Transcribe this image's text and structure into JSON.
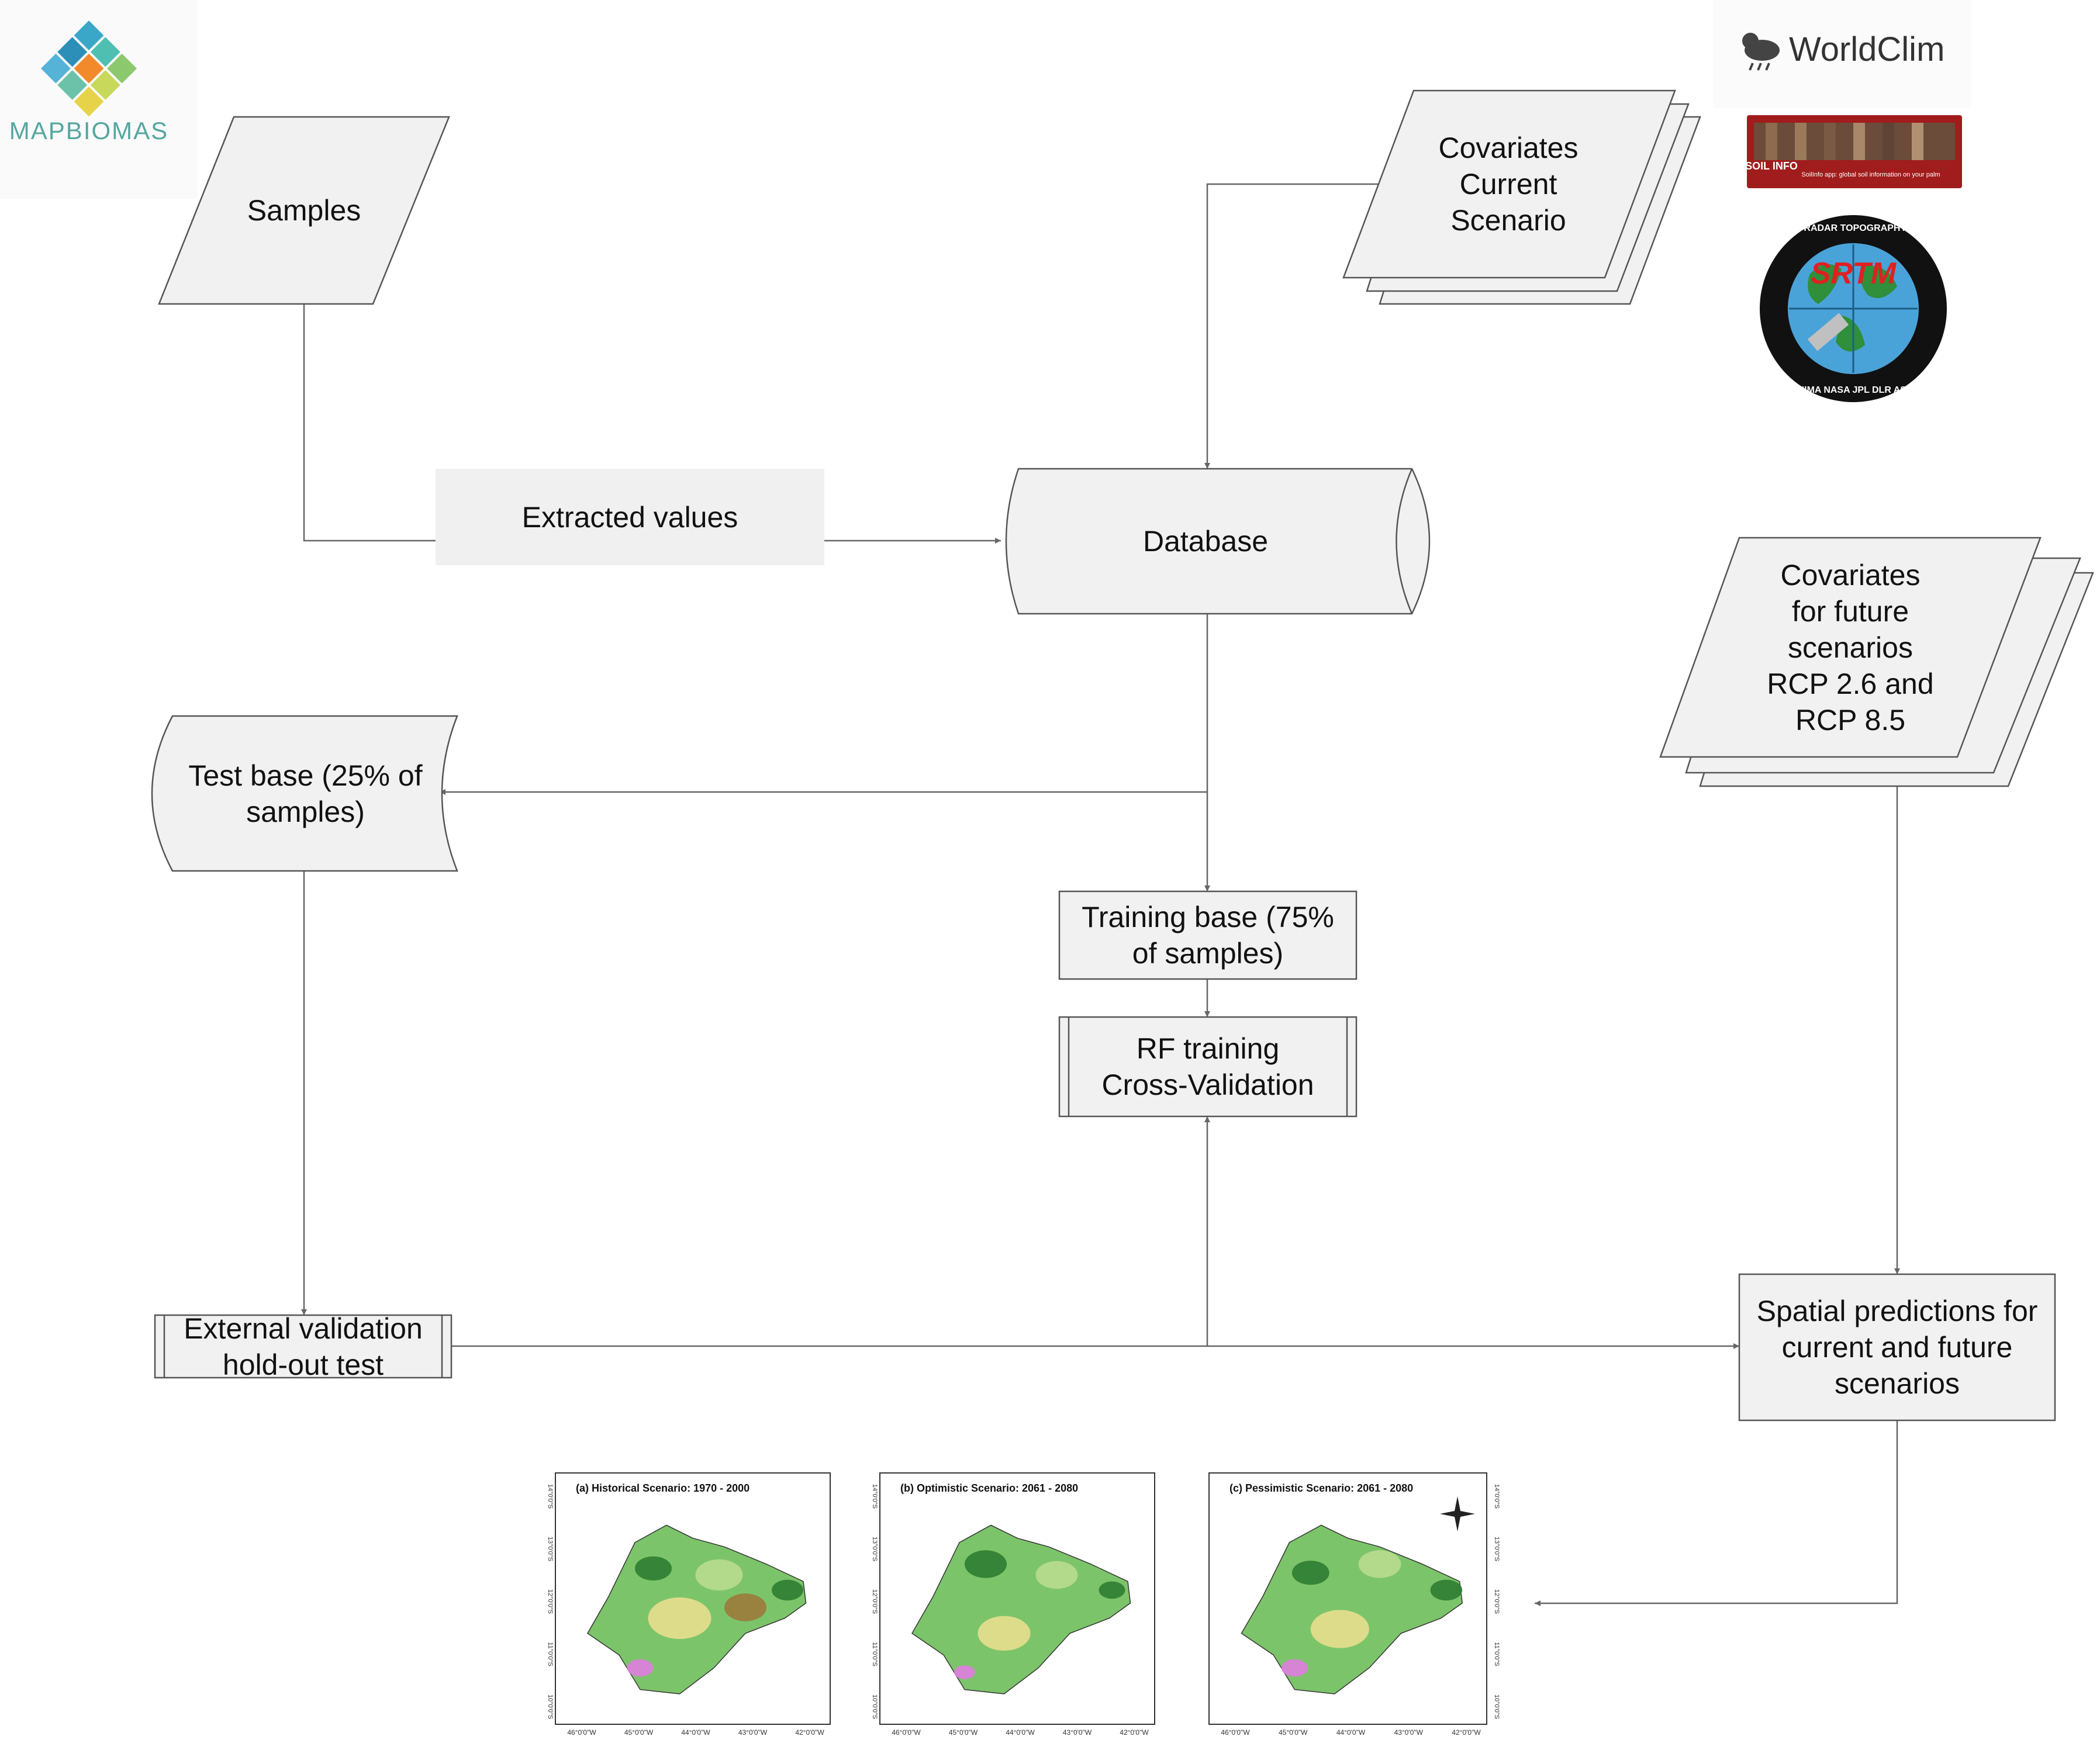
{
  "logos": {
    "mapbiomas": "MAPBIOMAS",
    "worldclim": "WorldClim",
    "soilinfo": "SOIL INFO",
    "soilinfo_tagline": "SoilInfo app: global soil information on your palm",
    "srtm_ring_top": "SHUTTLE RADAR TOPOGRAPHY MISSION",
    "srtm_center": "SRTM",
    "srtm_ring_bottom": "NIMA  NASA  JPL  DLR  ASI"
  },
  "nodes": {
    "samples": "Samples",
    "extracted_values": "Extracted values",
    "database": "Database",
    "covariates_current": "Covariates\nCurrent\nScenario",
    "covariates_future": "Covariates\nfor future\nscenarios\nRCP 2.6 and\nRCP 8.5",
    "test_base": "Test base (25% of\nsamples)",
    "training_base": "Training base (75%\nof samples)",
    "rf_training": "RF training\nCross-Validation",
    "external_validation": "External validation\nhold-out test",
    "spatial_predictions": "Spatial predictions for\ncurrent and future\nscenarios"
  },
  "maps": [
    {
      "title": "(a) Historical Scenario: 1970 - 2000"
    },
    {
      "title": "(b) Optimistic Scenario: 2061 - 2080"
    },
    {
      "title": "(c) Pessimistic Scenario: 2061 - 2080"
    }
  ],
  "map_lon_labels": [
    "46°0'0\"W",
    "45°0'0\"W",
    "44°0'0\"W",
    "43°0'0\"W",
    "42°0'0\"W"
  ],
  "map_lat_labels": [
    "14°0'0\"S",
    "13°0'0\"S",
    "12°0'0\"S",
    "11°0'0\"S",
    "10°0'0\"S"
  ],
  "colors": {
    "node_fill": "#f1f1f1",
    "node_stroke": "#555555",
    "connector": "#666666",
    "map_dark_green": "#2e7d32",
    "map_green": "#7cc46a",
    "map_light_green": "#b9dc8f",
    "map_yellow": "#e8df8e",
    "map_brown": "#9c7a3c",
    "map_pink": "#e07ee0"
  }
}
